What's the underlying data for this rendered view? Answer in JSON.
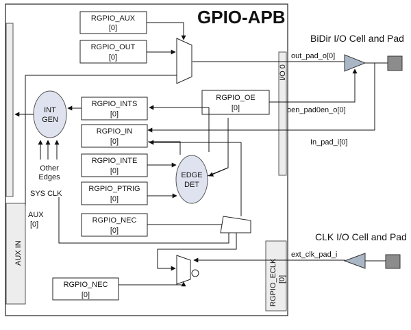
{
  "title": "GPIO-APB",
  "sections": {
    "bidir": "BiDir I/O Cell and Pad",
    "clk": "CLK I/O Cell and Pad"
  },
  "registers": {
    "aux": {
      "name": "RGPIO_AUX",
      "index": "[0]"
    },
    "out": {
      "name": "RGPIO_OUT",
      "index": "[0]"
    },
    "oe": {
      "name": "RGPIO_OE",
      "index": "[0]"
    },
    "ints": {
      "name": "RGPIO_INTS",
      "index": "[0]"
    },
    "in": {
      "name": "RGPIO_IN",
      "index": "[0]"
    },
    "inte": {
      "name": "RGPIO_INTE",
      "index": "[0]"
    },
    "ptrig": {
      "name": "RGPIO_PTRIG",
      "index": "[0]"
    },
    "nec": {
      "name": "RGPIO_NEC",
      "index": "[0]"
    },
    "nec2": {
      "name": "RGPIO_NEC",
      "index": "[0]"
    },
    "eclk": {
      "name": "RGPIO_ECLK",
      "index": "[0]"
    }
  },
  "blocks": {
    "int_gen": [
      "INT",
      "GEN"
    ],
    "edge_det": [
      "EDGE",
      "DET"
    ],
    "io": "I/O 0",
    "aux_in": "AUX IN"
  },
  "labels": {
    "other_edges": [
      "Other",
      "Edges"
    ],
    "sys_clk": "SYS CLK",
    "aux": [
      "AUX",
      "[0]"
    ],
    "out_pad": "out_pad_o[0]",
    "oen_pad": "oen_pad0en_o[0]",
    "in_pad": "In_pad_i[0]",
    "ext_clk": "ext_clk_pad_i"
  },
  "colors": {
    "buffer_fill": "#a9b6c6",
    "pad_fill": "#8c8c8c",
    "panel_fill": "#ededed",
    "ellipse_fill": "#dfe3ef"
  }
}
